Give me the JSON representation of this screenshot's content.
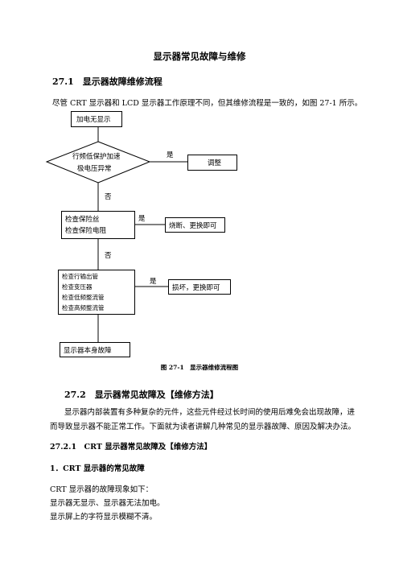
{
  "document": {
    "title": "显示器常见故障与维修",
    "section1": {
      "heading": "27.1　显示器故障维修流程",
      "intro": "尽管 CRT 显示器和 LCD 显示器工作原理不同，但其维修流程是一致的，如图 27-1 所示。"
    },
    "flowchart": {
      "start": "加电无显示",
      "decision_line1": "行频低保护加速",
      "decision_line2": "极电压异常",
      "yes1": "是",
      "result1": "调整",
      "no1": "否",
      "check2_line1": "检查保险丝",
      "check2_line2": "检查保险电阻",
      "yes2": "是",
      "result2": "烧断、更换即可",
      "no2": "否",
      "check3_line1": "检查行输出管",
      "check3_line2": "检查变压器",
      "check3_line3": "检查低频整流管",
      "check3_line4": "检查高频整流管",
      "yes3": "是",
      "result3": "损坏，更换即可",
      "end": "显示器本身故障",
      "caption": "图 27-1　显示器维修流程图"
    },
    "section2": {
      "heading": "27.2　显示器常见故障及【维修方法】",
      "para_line1": "显示器内部装置有多种复杂的元件，这些元件经过长时间的使用后难免会出现故障，进",
      "para_line2": "而导致显示器不能正常工作。下面就为读者讲解几种常见的显示器故障、原因及解决办法。",
      "sub_heading": "27.2.1　CRT 显示器常见故障及【维修方法】",
      "item_heading": "1．CRT 显示器的常见故障",
      "lines": [
        "CRT 显示器的故障现象如下：",
        "显示器无显示、显示器无法加电。",
        "显示屏上的字符显示模糊不清。"
      ]
    }
  }
}
